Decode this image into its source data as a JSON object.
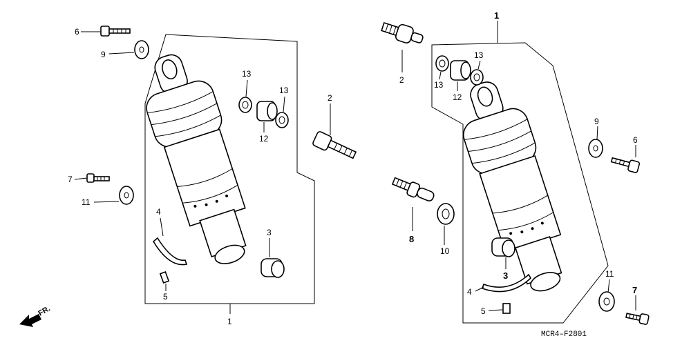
{
  "diagram": {
    "code": "MCR4–F2801",
    "direction_label": "FR.",
    "left_assembly": {
      "callouts": {
        "bolt_top": "6",
        "washer_top": "9",
        "bolt_lower": "7",
        "washer_lower": "11",
        "band": "4",
        "label_tag": "5",
        "collar_lower": "3",
        "stud": "2",
        "dust_seal_a": "13",
        "dust_seal_b": "13",
        "needle_bearing": "12",
        "assembly": "1"
      }
    },
    "right_assembly": {
      "callouts": {
        "assembly": "1",
        "stud_top": "2",
        "dust_seal_a": "13",
        "dust_seal_b": "13",
        "needle_bearing": "12",
        "washer": "9",
        "bolt": "6",
        "bolt_stud": "8",
        "washer_lower": "10",
        "collar": "3",
        "band": "4",
        "label_tag": "5",
        "washer_bottom": "11",
        "bolt_bottom": "7"
      }
    }
  }
}
